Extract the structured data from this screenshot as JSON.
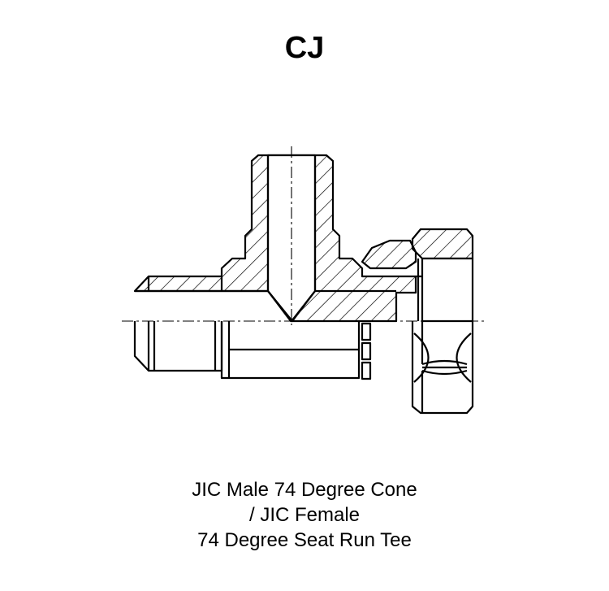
{
  "title": "CJ",
  "caption": {
    "line1": "JIC Male 74 Degree Cone",
    "line2": "/ JIC Female",
    "line3": "74 Degree Seat Run Tee"
  },
  "colors": {
    "ink": "#000000",
    "background": "#ffffff"
  }
}
